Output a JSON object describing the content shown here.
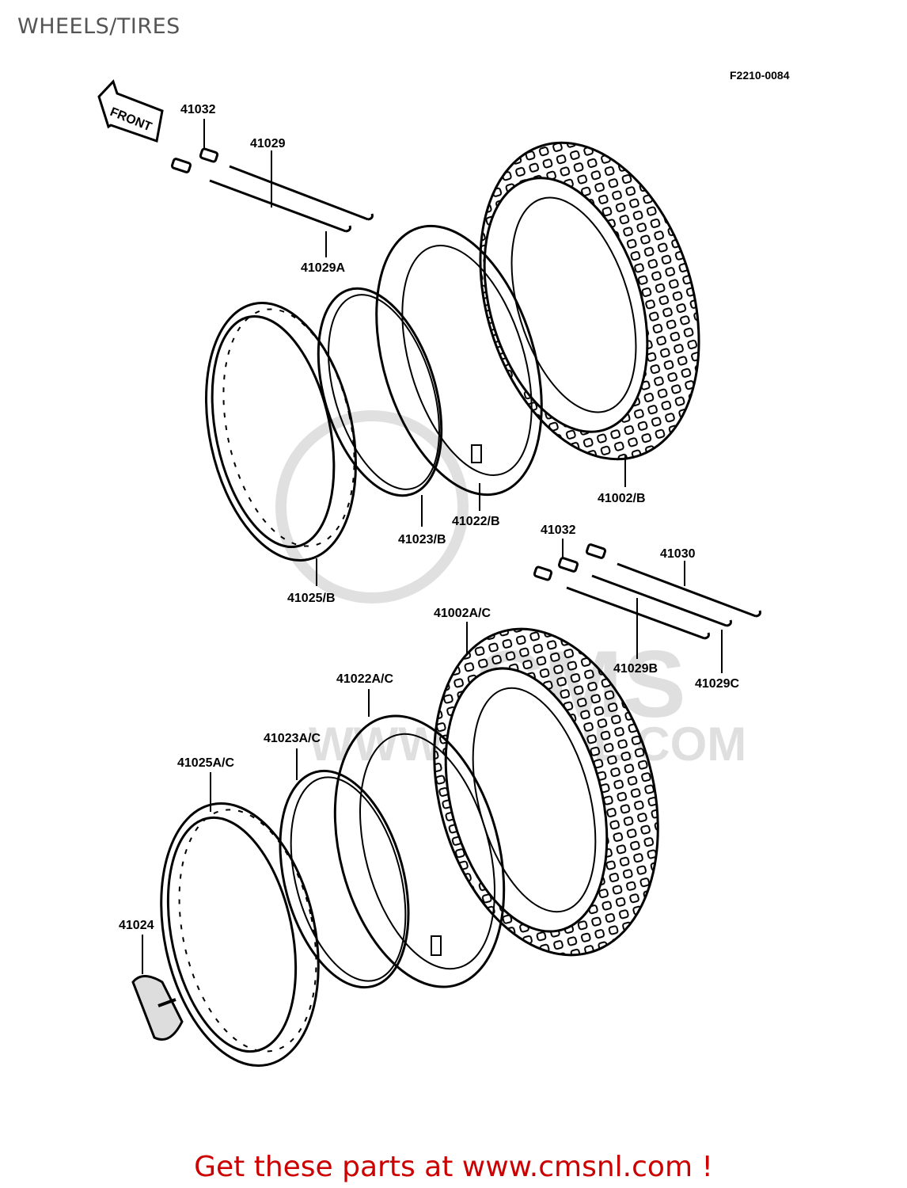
{
  "header": {
    "title": "WHEELS/TIRES",
    "diagram_code": "F2210-0084"
  },
  "front_arrow": {
    "label": "FRONT"
  },
  "watermark": {
    "text": "CMS",
    "url": "WWW.CMSNL.COM"
  },
  "labels": {
    "l41032_top": "41032",
    "l41029": "41029",
    "l41029A": "41029A",
    "l41002B": "41002/B",
    "l41022B": "41022/B",
    "l41023B": "41023/B",
    "l41025B": "41025/B",
    "l41032_mid": "41032",
    "l41030": "41030",
    "l41029B": "41029B",
    "l41029C": "41029C",
    "l41002AC": "41002A/C",
    "l41022AC": "41022A/C",
    "l41023AC": "41023A/C",
    "l41025AC": "41025A/C",
    "l41024": "41024"
  },
  "footer": {
    "cta": "Get these parts at www.cmsnl.com !"
  }
}
